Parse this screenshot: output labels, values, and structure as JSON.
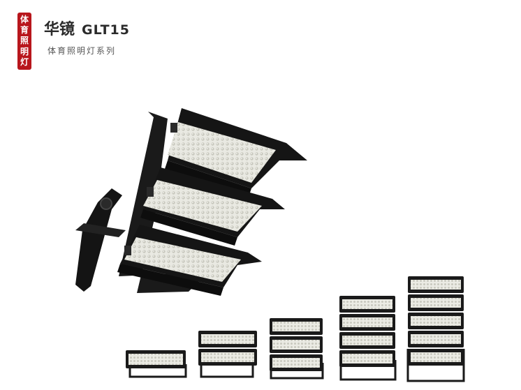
{
  "brand": {
    "seal_chars": [
      "体",
      "育",
      "照",
      "明",
      "灯"
    ],
    "name": "华镜",
    "model": "GLT15",
    "subtitle": "体育照明灯系列"
  },
  "product": {
    "main_image": "three-module-led-floodlight",
    "variants": [
      "1-module",
      "2-module",
      "3-module",
      "4-module",
      "5-module"
    ]
  }
}
